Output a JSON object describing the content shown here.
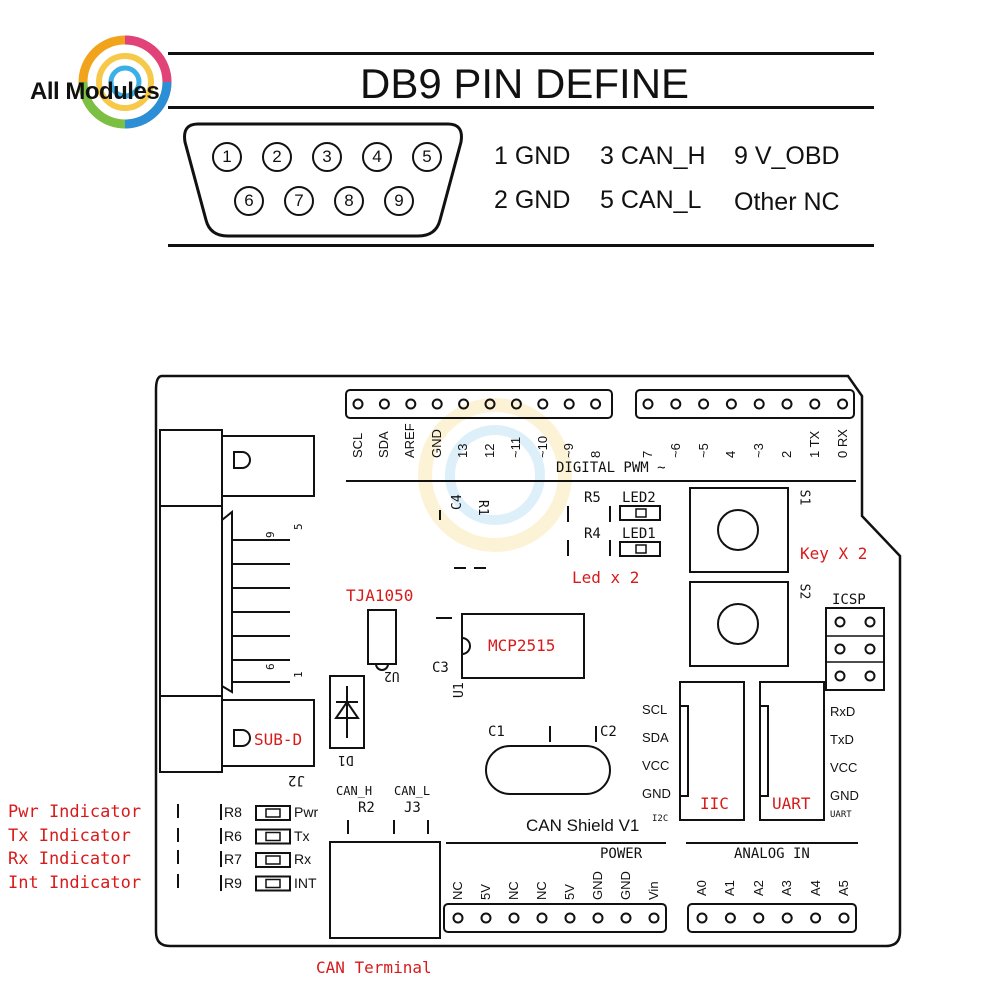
{
  "brand": {
    "logo_text": "All Modules"
  },
  "db9": {
    "title": "DB9 PIN DEFINE",
    "pins_top": [
      "1",
      "2",
      "3",
      "4",
      "5"
    ],
    "pins_bottom": [
      "6",
      "7",
      "8",
      "9"
    ],
    "defs_row1": [
      "1 GND",
      "3 CAN_H",
      "9 V_OBD"
    ],
    "defs_row2": [
      "2 GND",
      "5 CAN_L",
      "Other NC"
    ]
  },
  "board": {
    "digital_labels": [
      "SCL",
      "SDA",
      "AREF",
      "GND",
      "13",
      "12",
      "~11",
      "~10",
      "~9",
      "8",
      "7",
      "~6",
      "~5",
      "4",
      "~3",
      "2",
      "1 TX",
      "0 RX"
    ],
    "digital_title": "DIGITAL PWM ~",
    "power_title": "POWER",
    "power_labels": [
      "NC",
      "5V",
      "NC",
      "NC",
      "5V",
      "GND",
      "GND",
      "Vin"
    ],
    "analog_title": "ANALOG IN",
    "analog_labels": [
      "A0",
      "A1",
      "A2",
      "A3",
      "A4",
      "A5"
    ],
    "shield_name": "CAN Shield V1",
    "i2c_small": "I2C",
    "uart_small": "UART",
    "iic_pins": [
      "SCL",
      "SDA",
      "VCC",
      "GND"
    ],
    "uart_pins": [
      "RxD",
      "TxD",
      "VCC",
      "GND"
    ],
    "iic_label": "IIC",
    "uart_label": "UART",
    "key_label": "Key X 2",
    "led_label": "Led x 2",
    "tja_label": "TJA1050",
    "mcp_label": "MCP2515",
    "subd_label": "SUB-D",
    "can_terminal": "CAN Terminal",
    "icsp": "ICSP",
    "s1": "S1",
    "s2": "S2",
    "led2": "LED2",
    "led1": "LED1",
    "r5": "R5",
    "r4": "R4",
    "c4": "C4",
    "r1": "R1",
    "c3": "C3",
    "u1": "U1",
    "u2": "U2",
    "d1": "D1",
    "c1": "C1",
    "c2": "C2",
    "j2": "J2",
    "j3": "J3",
    "r2": "R2",
    "can_h": "CAN_H",
    "can_l": "CAN_L",
    "subd_9": "9",
    "subd_5": "5",
    "subd_6": "6",
    "subd_1": "1",
    "indicators": [
      {
        "name": "Pwr Indicator",
        "res": "R8",
        "tag": "Pwr"
      },
      {
        "name": "Tx Indicator",
        "res": "R6",
        "tag": "Tx"
      },
      {
        "name": "Rx Indicator",
        "res": "R7",
        "tag": "Rx"
      },
      {
        "name": "Int Indicator",
        "res": "R9",
        "tag": "INT"
      }
    ]
  },
  "watermark": "All Modules"
}
